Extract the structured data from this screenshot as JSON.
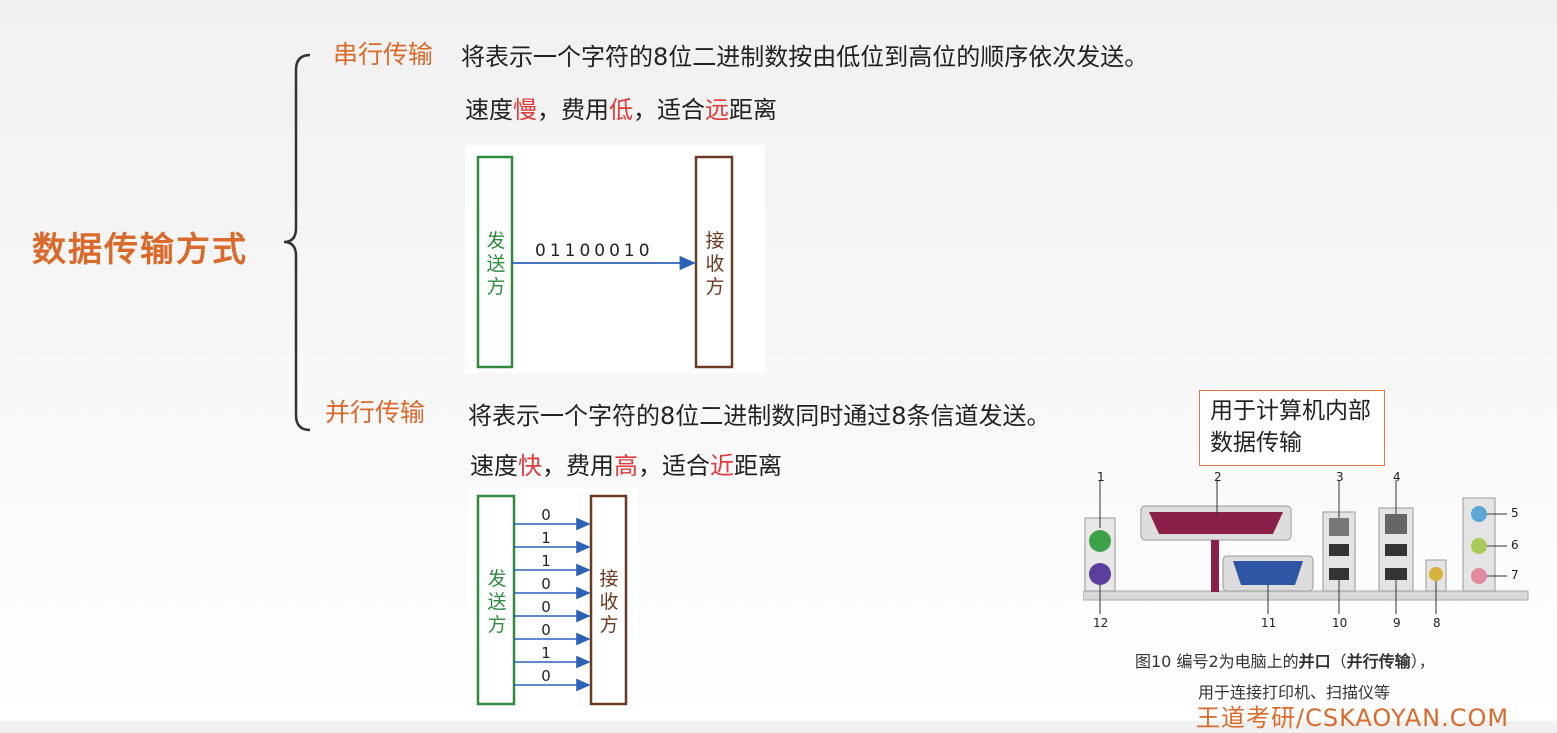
{
  "main_title": "数据传输方式",
  "serial": {
    "title": "串行传输",
    "desc": "将表示一个字符的8位二进制数按由低位到高位的顺序依次发送。",
    "props": {
      "p1": "速度",
      "speed": "慢",
      "p2": "，费用",
      "cost": "低",
      "p3": "，适合",
      "distance": "远",
      "p4": "距离"
    },
    "sender": "发送方",
    "receiver": "接收方",
    "bits": "01100010"
  },
  "parallel": {
    "title": "并行传输",
    "desc": "将表示一个字符的8位二进制数同时通过8条信道发送。",
    "props": {
      "p1": "速度",
      "speed": "快",
      "p2": "，费用",
      "cost": "高",
      "p3": "，适合",
      "distance": "近",
      "p4": "距离"
    },
    "sender": "发送方",
    "receiver": "接收方",
    "bits": [
      "0",
      "1",
      "1",
      "0",
      "0",
      "0",
      "1",
      "0"
    ]
  },
  "note": "用于计算机内部数据传输",
  "port_figure": {
    "numbers": [
      "1",
      "2",
      "3",
      "4",
      "5",
      "6",
      "7",
      "8",
      "9",
      "10",
      "11",
      "12"
    ],
    "caption_prefix": "图10  编号2为电脑上的",
    "caption_bold1": "并口",
    "caption_mid": "（",
    "caption_bold2": "并行传输",
    "caption_suffix": "），",
    "caption_line2": "用于连接打印机、扫描仪等"
  },
  "watermark": "王道考研/CSKAOYAN.COM",
  "colors": {
    "accent": "#d96a2b",
    "highlight": "#e03a3a",
    "sender": "#2e8b3e",
    "receiver": "#6b3a22",
    "arrow": "#2a62b8"
  }
}
